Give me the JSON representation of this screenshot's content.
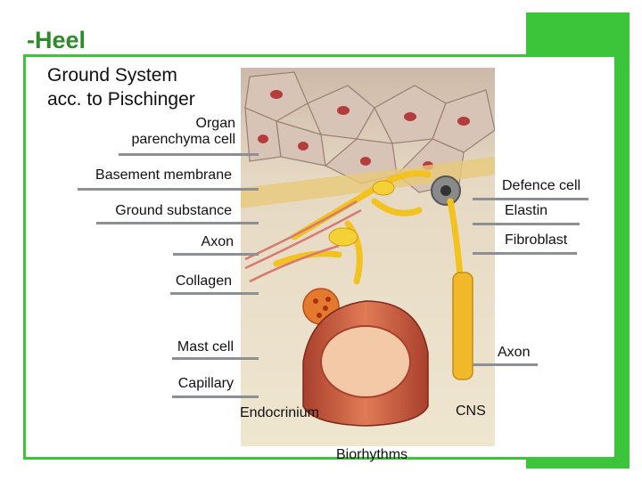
{
  "header": {
    "brand": "-Heel"
  },
  "title": {
    "line1": "Ground System",
    "line2": "acc. to Pischinger"
  },
  "labels": {
    "organ_line1": "Organ",
    "organ_line2": "parenchyma cell",
    "basement_membrane": "Basement membrane",
    "ground_substance": "Ground substance",
    "axon_left": "Axon",
    "collagen": "Collagen",
    "mast_cell": "Mast cell",
    "capillary": "Capillary",
    "endocrinium": "Endocrinium",
    "biorhythms": "Biorhythms",
    "defence_cell": "Defence cell",
    "elastin": "Elastin",
    "fibroblast": "Fibroblast",
    "axon_right": "Axon",
    "cns": "CNS"
  },
  "colors": {
    "brand_green": "#2f8a2a",
    "frame_green": "#3cc43a",
    "leader_gray": "#8c8f94"
  }
}
